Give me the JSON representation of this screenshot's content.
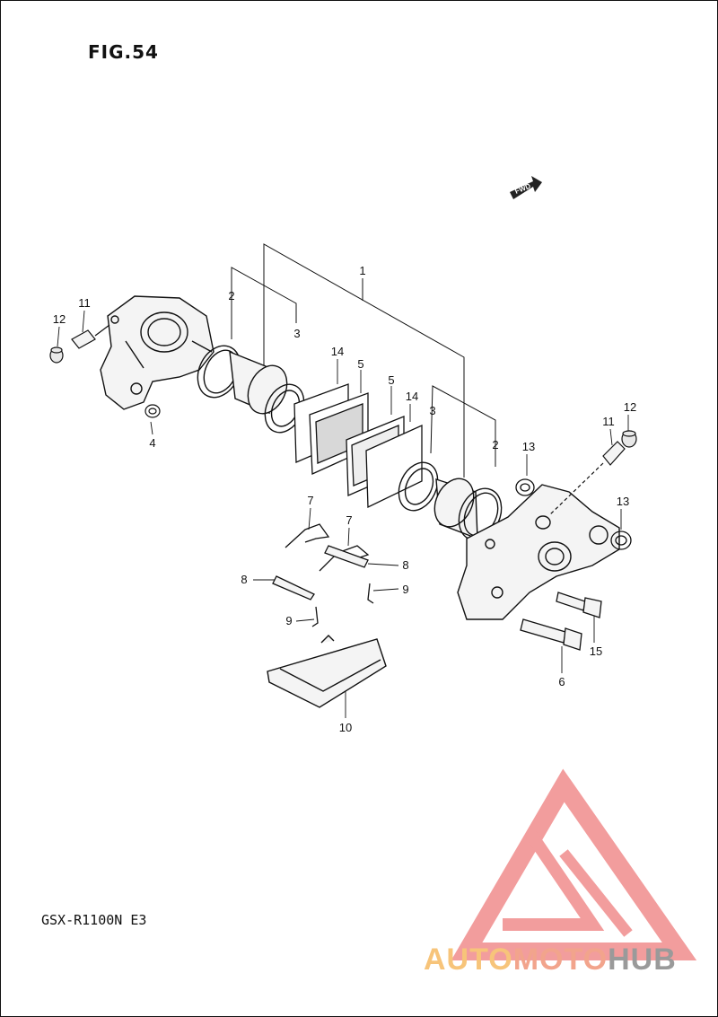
{
  "figure": {
    "title": "FIG.54"
  },
  "model": {
    "code": "GSX-R1100N E3"
  },
  "direction_marker": {
    "label": "FWD",
    "icon": "forward-arrow-icon"
  },
  "callouts": {
    "c1": "1",
    "c2_left": "2",
    "c2_right": "2",
    "c3_left": "3",
    "c3_right": "3",
    "c4": "4",
    "c5_left": "5",
    "c5_right": "5",
    "c6": "6",
    "c7_left": "7",
    "c7_right": "7",
    "c8_left": "8",
    "c8_right": "8",
    "c9_left": "9",
    "c9_right": "9",
    "c10": "10",
    "c11_left": "11",
    "c11_right": "11",
    "c12_left": "12",
    "c12_right": "12",
    "c13_top": "13",
    "c13_right": "13",
    "c14_left": "14",
    "c14_right": "14",
    "c15": "15"
  },
  "watermark": {
    "logo_icon": "triangle-logo-icon",
    "text_part1": "AUTO",
    "text_part2": "MOTO",
    "text_part3": "HUB",
    "colors": {
      "auto": "#f7c47a",
      "moto": "#f2a48c",
      "hub": "#9a9a9a",
      "triangle": "#f08c8c"
    }
  }
}
